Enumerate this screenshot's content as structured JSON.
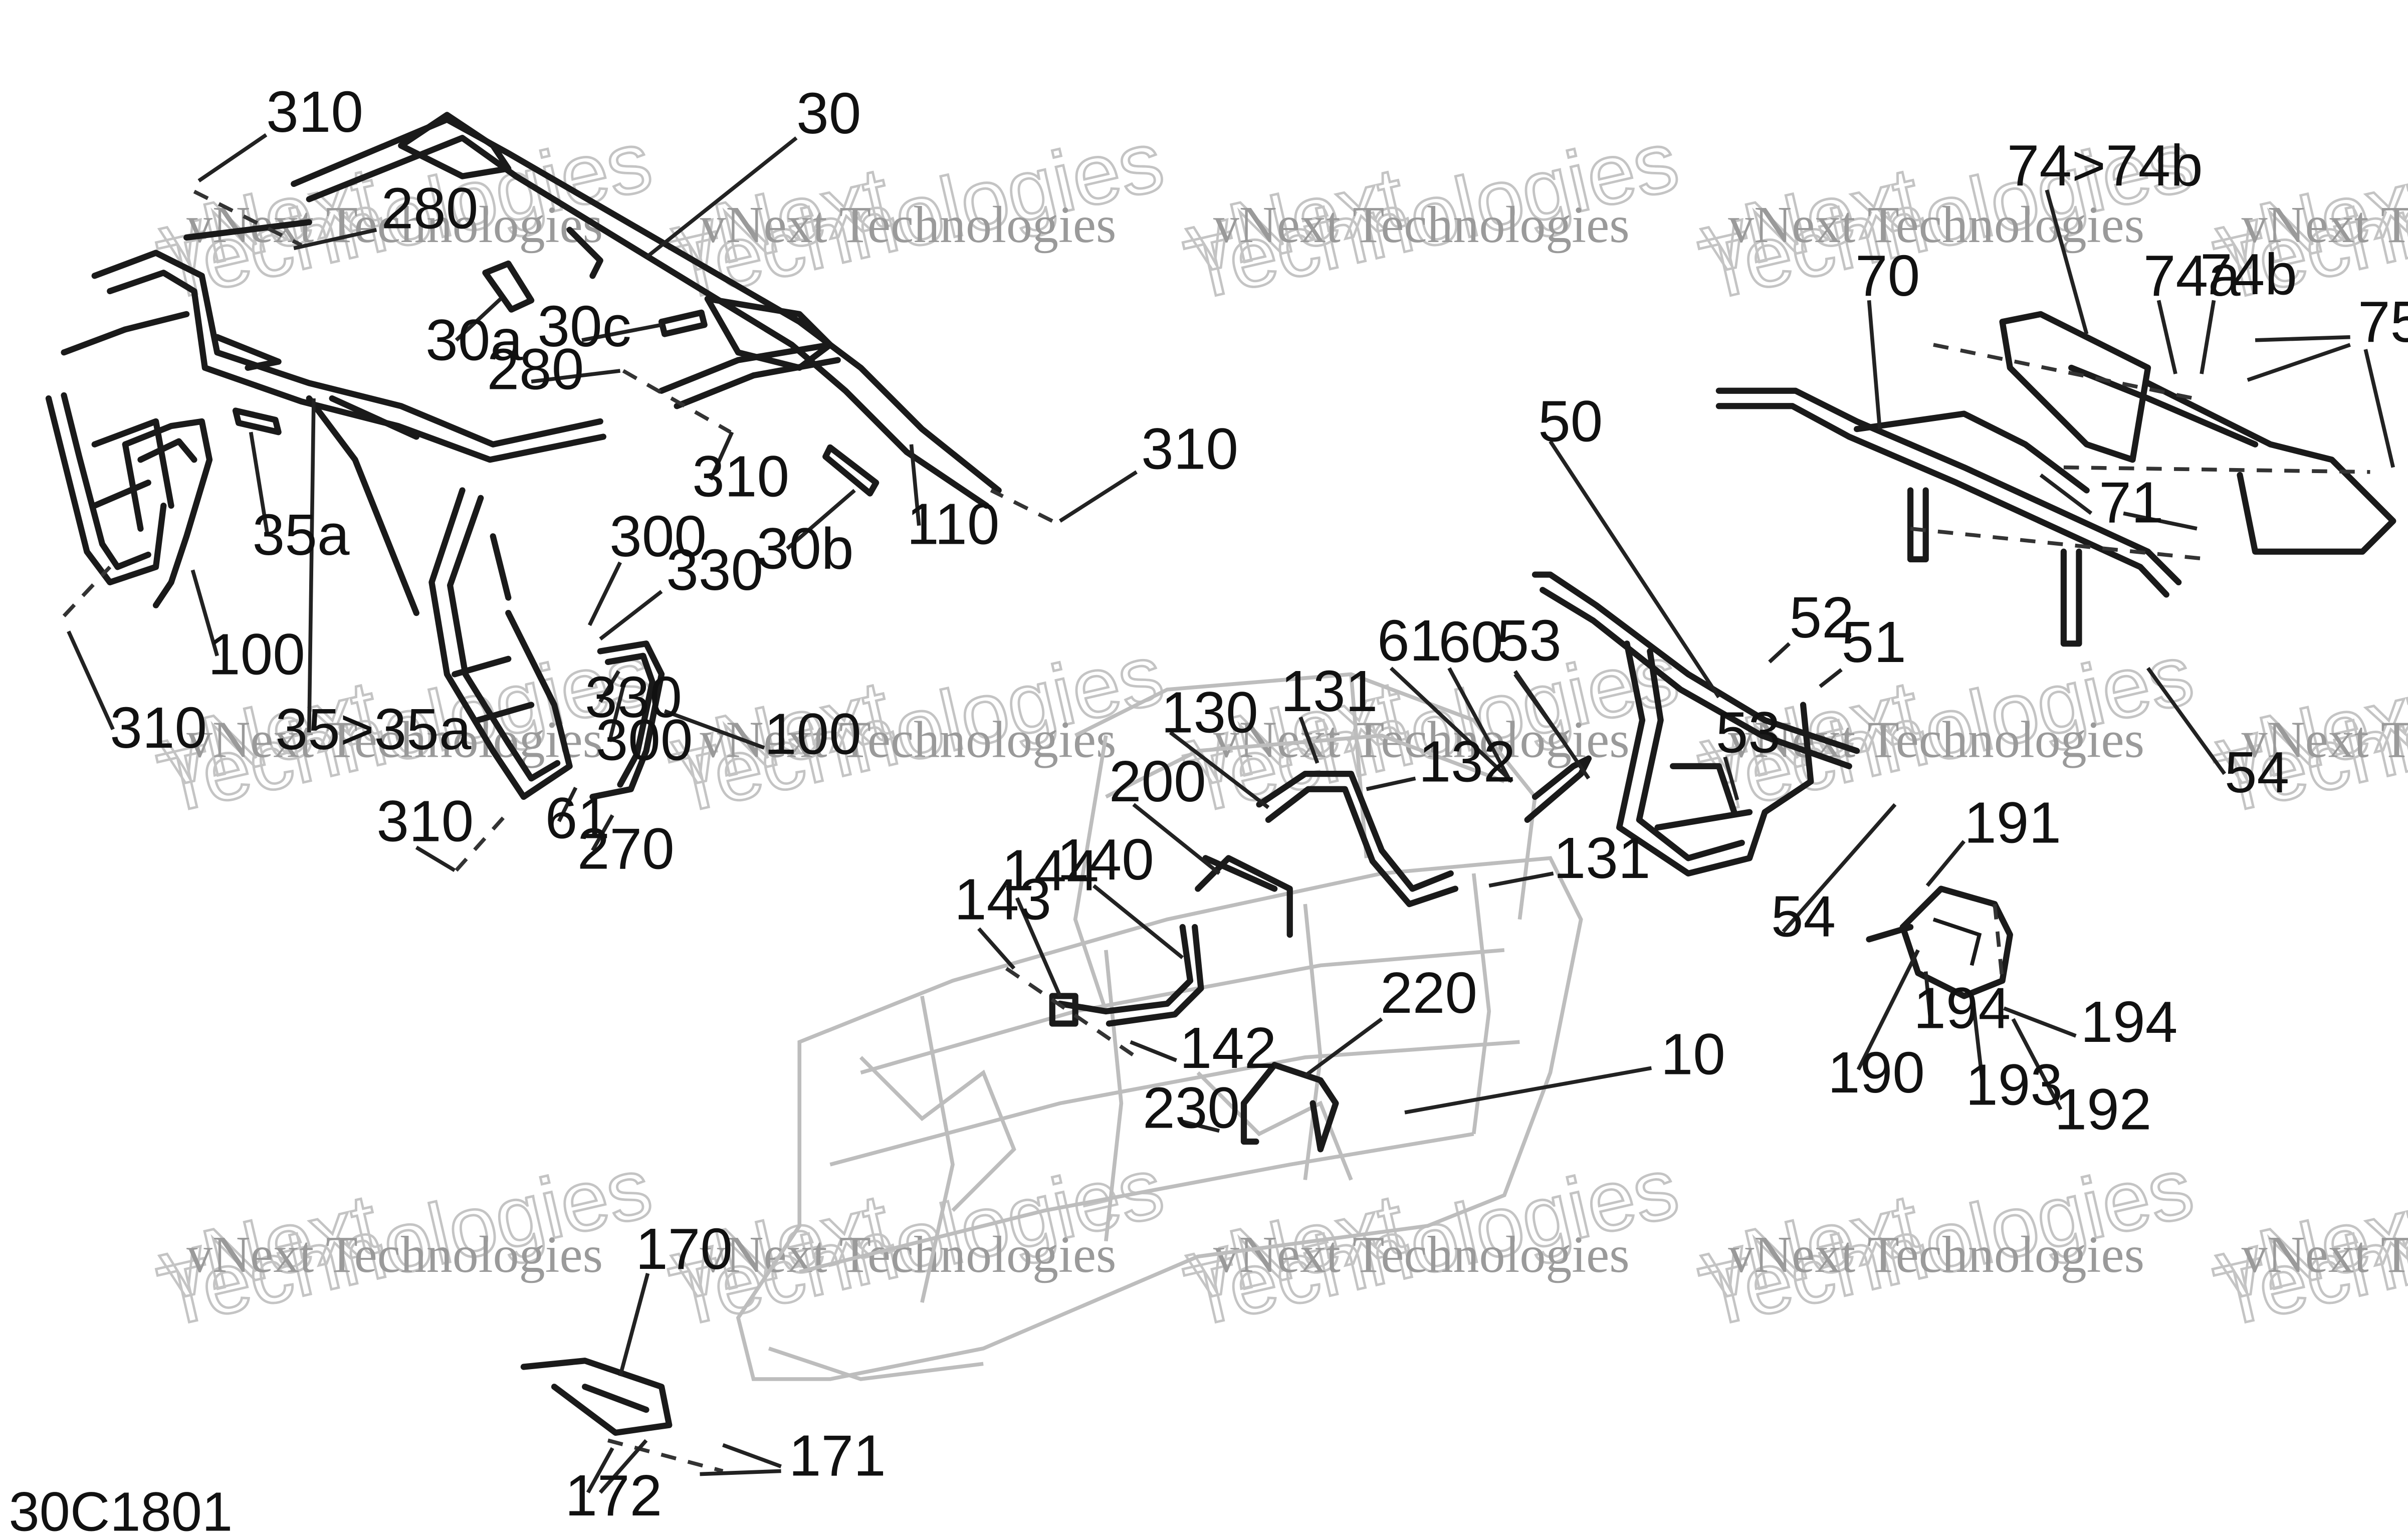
{
  "figure_code": "30C1801",
  "watermark": {
    "line1": "vNext Technologies",
    "line2": "vNext",
    "line3": "Technologies"
  },
  "callouts": {
    "c310_a": "310",
    "c30": "30",
    "c280_a": "280",
    "c30a": "30a",
    "c30c": "30c",
    "c280_b": "280",
    "c310_b": "310",
    "c35a": "35a",
    "c100_a": "100",
    "c310_c": "310",
    "c35_35a": "35>35a",
    "c30b": "30b",
    "c110": "110",
    "c310_d": "310",
    "c300_a": "300",
    "c330_a": "330",
    "c330_b": "330",
    "c300_b": "300",
    "c100_b": "100",
    "c310_e": "310",
    "c61_a": "61",
    "c270": "270",
    "c74_74b": "74>74b",
    "c70": "70",
    "c74a": "74a",
    "c74b": "74b",
    "c75": "75",
    "c71": "71",
    "c54_a": "54",
    "c50": "50",
    "c52": "52",
    "c51": "51",
    "c53_a": "53",
    "c61_b": "61",
    "c60": "60",
    "c53_b": "53",
    "c54_b": "54",
    "c131_a": "131",
    "c130": "130",
    "c132": "132",
    "c131_b": "131",
    "c200": "200",
    "c144": "144",
    "c140": "140",
    "c143": "143",
    "c142": "142",
    "c220": "220",
    "c230": "230",
    "c10": "10",
    "c191": "191",
    "c194_a": "194",
    "c194_b": "194",
    "c190": "190",
    "c193": "193",
    "c192": "192",
    "c170": "170",
    "c171": "171",
    "c172": "172"
  }
}
